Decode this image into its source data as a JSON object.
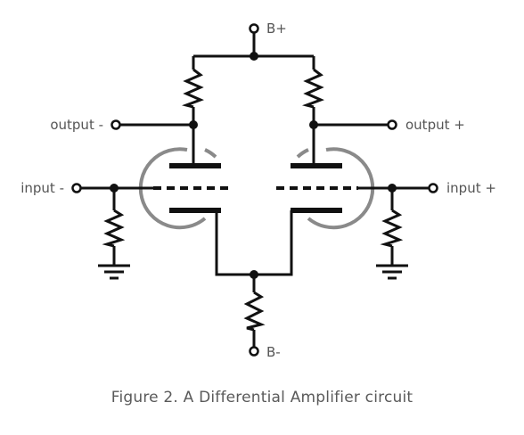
{
  "labels": {
    "b_plus": "B+",
    "b_minus": "B-",
    "output_minus": "output -",
    "output_plus": "output +",
    "input_minus": "input -",
    "input_plus": "input +"
  },
  "caption": "Figure 2. A Differential Amplifier circuit",
  "colors": {
    "wire": "#111111",
    "tube_envelope": "#8a8a8a",
    "label": "#555555",
    "caption": "#5a5a5a"
  }
}
